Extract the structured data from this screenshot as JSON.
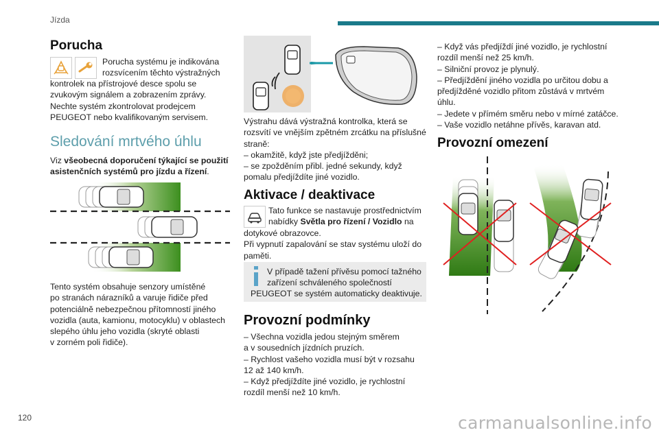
{
  "header": {
    "section": "Jízda"
  },
  "footer": {
    "page_number": "120",
    "watermark": "carmanualsonline.info"
  },
  "col1": {
    "poruch_title": "Porucha",
    "poruch_lines": [
      "Porucha systému je indikována",
      "rozsvícením těchto výstražných"
    ],
    "poruch_rest": [
      "kontrolek na přístrojové desce spolu se",
      "zvukovým signálem a zobrazením zprávy.",
      "Nechte systém zkontrolovat prodejcem",
      "PEUGEOT nebo kvalifikovaným servisem."
    ],
    "bsm_title": "Sledování mrtvého úhlu",
    "bsm_ref_prefix": "Viz ",
    "bsm_ref_bold": "všeobecná doporučení týkající se použití",
    "bsm_ref_bold2": "asistenčních systémů pro jízdu a řízení",
    "bsm_ref_suffix": ".",
    "bsm_desc": [
      "Tento systém obsahuje senzory umístěné",
      "po stranách nárazníků a varuje řidiče před",
      "potenciálně nebezpečnou přítomností jiného",
      "vozidla (auta, kamionu, motocyklu) v oblastech",
      "slepého úhlu jeho vozidla (skryté oblasti",
      "v zorném poli řidiče)."
    ]
  },
  "col2": {
    "warn_text": [
      "Výstrahu dává výstražná kontrolka, která se",
      "rozsvítí ve vnějším zpětném zrcátku na příslušné",
      "straně:",
      "–  okamžitě, když jste předjížděni;",
      "–  se zpožděním přibl. jedné sekundy, když",
      "pomalu předjíždíte jiné vozidlo."
    ],
    "activation_title": "Aktivace / deaktivace",
    "act_lines": [
      "Tato funkce se nastavuje prostřednictvím"
    ],
    "act_line2_prefix": "nabídky ",
    "act_line2_bold": "Světla pro řízení / Vozidlo",
    "act_line2_suffix": " na",
    "act_rest": [
      "dotykové obrazovce.",
      "Při vypnutí zapalování se stav systému uloží do",
      "paměti."
    ],
    "info_lines": [
      "V případě tažení přívěsu pomocí tažného",
      "zařízení schváleného společností"
    ],
    "info_last": "PEUGEOT se systém automaticky deaktivuje.",
    "conditions_title": "Provozní podmínky",
    "conditions": [
      "–  Všechna vozidla jedou stejným směrem",
      "a v sousedních jízdních pruzích.",
      "–  Rychlost vašeho vozidla musí být v rozsahu",
      "12 až 140 km/h.",
      "–  Když předjíždíte jiné vozidlo, je rychlostní",
      "rozdíl menší než 10 km/h."
    ]
  },
  "col3": {
    "conditions_cont": [
      "–  Když vás předjíždí jiné vozidlo, je rychlostní",
      "rozdíl menší než 25 km/h.",
      "–  Silniční provoz je plynulý.",
      "–  Předjíždění jiného vozidla po určitou dobu a",
      "předjížděné vozidlo přitom zůstává v mrtvém",
      "úhlu.",
      "–  Jedete v přímém směru nebo v mírné zatáčce.",
      "–  Vaše vozidlo netáhne přívěs, karavan atd."
    ],
    "limits_title": "Provozní omezení"
  },
  "colors": {
    "accent": "#1a7a8a",
    "heading_light": "#5d9eab",
    "warning_orange": "#e8a23a",
    "green": "#3c8f1e",
    "red": "#e02020"
  }
}
